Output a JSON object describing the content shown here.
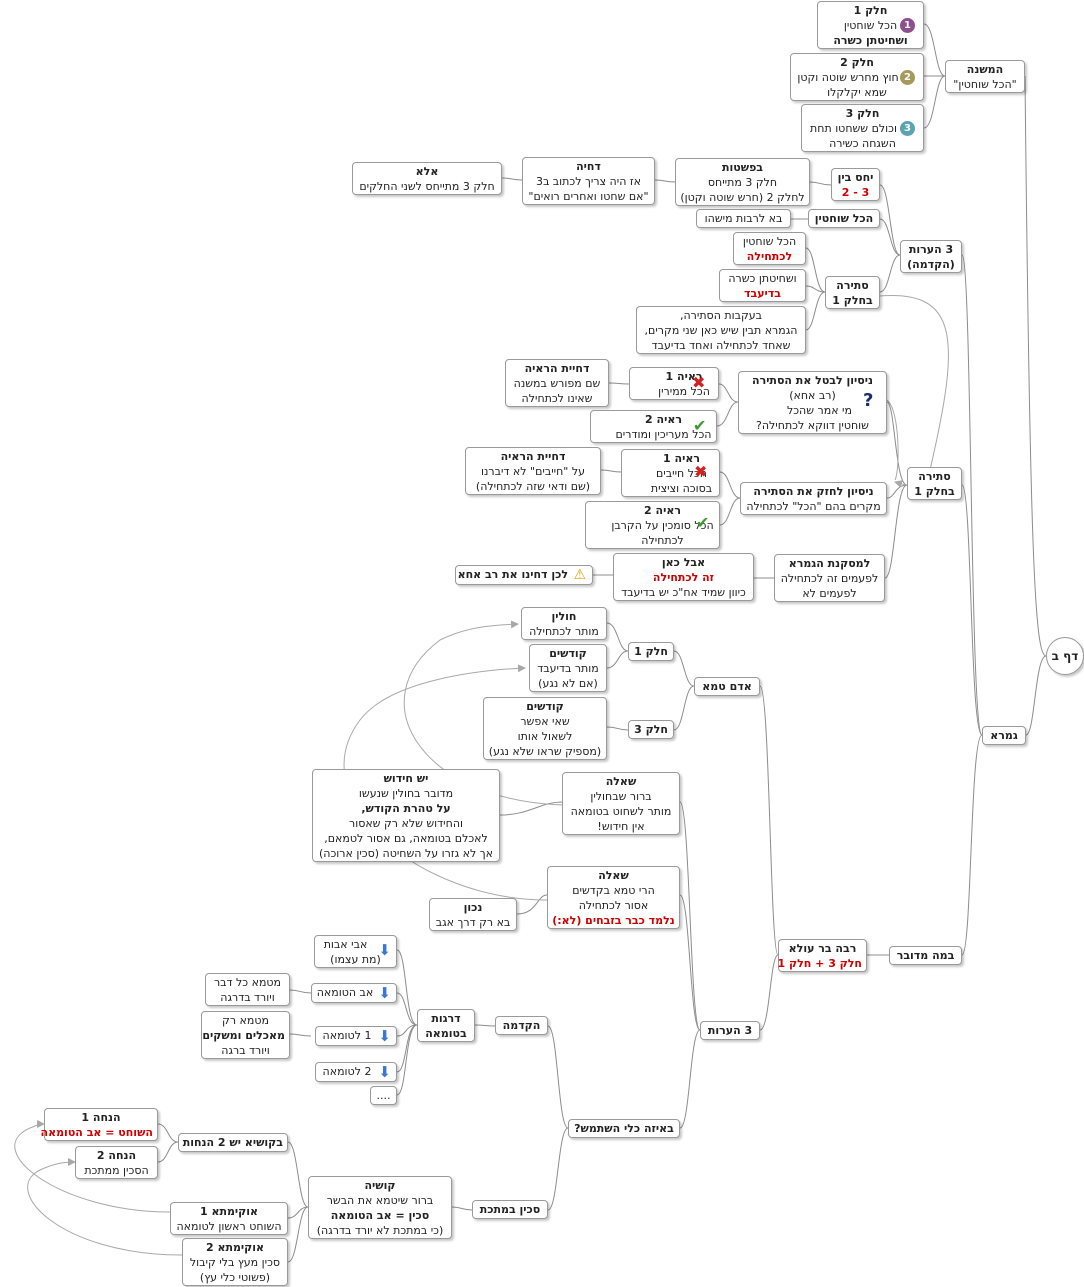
{
  "root": "דף ב",
  "mishna": {
    "title_line1": "המשנה",
    "title_line2": "\"הכל שוחטין\"",
    "parts": [
      {
        "title": "חלק 1",
        "line1": "הכל שוחטין",
        "line2": "ושחיטתן כשרה",
        "num": "1"
      },
      {
        "title": "חלק 2",
        "line1": "חוץ מחרש שוטה וקטן",
        "line2": "שמא יקלקלו",
        "num": "2"
      },
      {
        "title": "חלק 3",
        "line1": "וכולם ששחטו תחת",
        "line2": "השגחה כשירה",
        "num": "3"
      }
    ]
  },
  "gemara": "גמרא",
  "notes3": {
    "line1": "3 הערות",
    "line2": "(הקדמה)"
  },
  "relation": {
    "line1": "יחס בין",
    "line2": "3 - 2"
  },
  "simply": {
    "line1": "בפשטות",
    "line2": "חלק 3 מתייחס",
    "line3": "לחלק 2 (חרש שוטה וקטן)"
  },
  "rejection": {
    "line1": "דחיה",
    "line2": "אז היה צריך לכתוב ב3",
    "line3": "\"אם שחטו ואחרים רואים\""
  },
  "ela": {
    "line1": "אלא",
    "line2": "חלק 3 מתייחס לשני החלקים"
  },
  "hakol_shochtin": "הכל שוחטין",
  "lerabot": "בא לרבות מישהו",
  "contradiction": {
    "line1": "סתירה",
    "line2": "בחלק 1"
  },
  "hakol_lechatchila": {
    "line1": "הכל שוחטין",
    "line2": "לכתחילה"
  },
  "kshera_bedieved": {
    "line1": "ושחיטתן כשרה",
    "line2": "בדיעבד"
  },
  "following": {
    "line1": "בעקבות הסתירה,",
    "line2": "הגמרא תבין שיש כאן שני מקרים,",
    "line3": "שאחד לכתחילה ואחד בדיעבד"
  },
  "cancel_attempt": {
    "line1": "ניסיון לבטל את הסתירה",
    "line2": "(רב אחא)",
    "line3": "מי אמר שהכל",
    "line4": "שוחטין דווקא לכתחילה?"
  },
  "proof1a": {
    "line1": "ראיה 1",
    "line2": "הכל ממירין"
  },
  "proof1a_reject": {
    "line1": "דחיית הראיה",
    "line2": "שם מפורש במשנה",
    "line3": "שאינו לכתחילה"
  },
  "proof2a": {
    "line1": "ראיה 2",
    "line2": "הכל מעריכין ומודרים"
  },
  "strengthen_attempt": {
    "line1": "ניסיון לחזק את הסתירה",
    "line2": "מקרים בהם \"הכל\" לכתחילה"
  },
  "proof1b": {
    "line1": "ראיה 1",
    "line2": "הכל חייבים",
    "line3": "בסוכה וציצית"
  },
  "proof1b_reject": {
    "line1": "דחיית הראיה",
    "line2": "על \"חייבים\" לא דיברנו",
    "line3": "(שם ודאי שזה לכתחילה)"
  },
  "proof2b": {
    "line1": "ראיה 2",
    "line2": "הכל סומכין על הקרבן",
    "line3": "לכתחילה"
  },
  "conclusion": {
    "line1": "למסקנת הגמרא",
    "line2": "לפעמים זה לכתחילה",
    "line3": "לפעמים לא"
  },
  "but_here": {
    "line1": "אבל כאן",
    "line2": "זה לכתחילה",
    "line3": "כיוון שמיד אח\"כ יש בדיעבד"
  },
  "rav_acha": "לכן דחינו את רב אחא",
  "contradiction2": {
    "line1": "סתירה",
    "line2": "בחלק 1"
  },
  "what_case": "במה מדובר",
  "raba": {
    "line1": "רבה בר עולא",
    "line2": "חלק 3 + חלק 1"
  },
  "adam_tame": "אדם טמא",
  "part1": "חלק 1",
  "chulin": {
    "line1": "חולין",
    "line2": "מותר לכתחילה"
  },
  "kodashim1": {
    "line1": "קודשים",
    "line2": "מותר בדיעבד",
    "line3": "(אם לא נגע)"
  },
  "part3": "חלק 3",
  "kodashim3": {
    "line1": "קודשים",
    "line2": "שאי אפשר",
    "line3": "לשאול אותו",
    "line4": "(מספיק שראו שלא נגע)"
  },
  "question1": {
    "line1": "שאלה",
    "line2": "ברור שבחולין",
    "line3": "מותר לשחוט בטומאה",
    "line4": "אין חידוש!"
  },
  "novelty": {
    "line1": "יש חידוש",
    "line2": "מדובר בחולין שנעשו",
    "line3": "על טהרת הקודש,",
    "line4": "והחידוש שלא רק שאסור",
    "line5": "לאכלם בטומאה, גם אסור לטמאם,",
    "line6": "אך לא גזרו על השחיטה (סכין ארוכה)"
  },
  "question2": {
    "line1": "שאלה",
    "line2": "הרי טמא בקדשים",
    "line3": "אסור לכתחילה",
    "line4": "נלמד כבר בזבחים (לא:)"
  },
  "correct": {
    "line1": "נכון",
    "line2": "בא רק דרך אגב"
  },
  "notes3b": "3 הערות",
  "intro": "הקדמה",
  "levels": {
    "line1": "דרגות",
    "line2": "בטומאה"
  },
  "avi_avot": {
    "line1": "אבי אבות",
    "line2": "(מת עצמו)"
  },
  "av_tuma": "אב הטומאה",
  "av_tuma_note": {
    "line1": "מטמא כל דבר",
    "line2": "ויורד בדרגה"
  },
  "rishon": "1 לטומאה",
  "rishon_note": {
    "line1": "מטמא רק",
    "line2": "מאכלים ומשקים",
    "line3": "ויורד ברגה"
  },
  "sheni": "2 לטומאה",
  "more": "....",
  "which_tool": "באיזה כלי השתמש?",
  "metal_knife": "סכין במתכת",
  "difficulty": {
    "line1": "קושיה",
    "line2": "ברור שיטמא את הבשר",
    "line3": "סכין = אב הטומאה",
    "line4": "(כי במתכת לא יורד בדרגה)"
  },
  "two_premises": "בקושיא יש 2 הנחות",
  "premise1": {
    "line1": "הנחה 1",
    "line2": "השוחט = אב הטומאה"
  },
  "premise2": {
    "line1": "הנחה 2",
    "line2": "הסכין ממתכת"
  },
  "ukimta1": {
    "line1": "אוקימתא 1",
    "line2": "השוחט ראשון לטומאה"
  },
  "ukimta2": {
    "line1": "אוקימתא 2",
    "line2": "סכין מעץ בלי קיבול",
    "line3": "(פשוטי כלי עץ)"
  },
  "colors": {
    "red": "#d00000",
    "line": "#8c8c8c",
    "num1": "#8e4f8e",
    "num2": "#a69a5a",
    "num3": "#5aa3b0"
  },
  "icons": {
    "cross": "cross-icon",
    "check": "check-icon",
    "question": "question-icon",
    "warning": "warning-icon",
    "arrow_down": "arrow-down-icon"
  }
}
